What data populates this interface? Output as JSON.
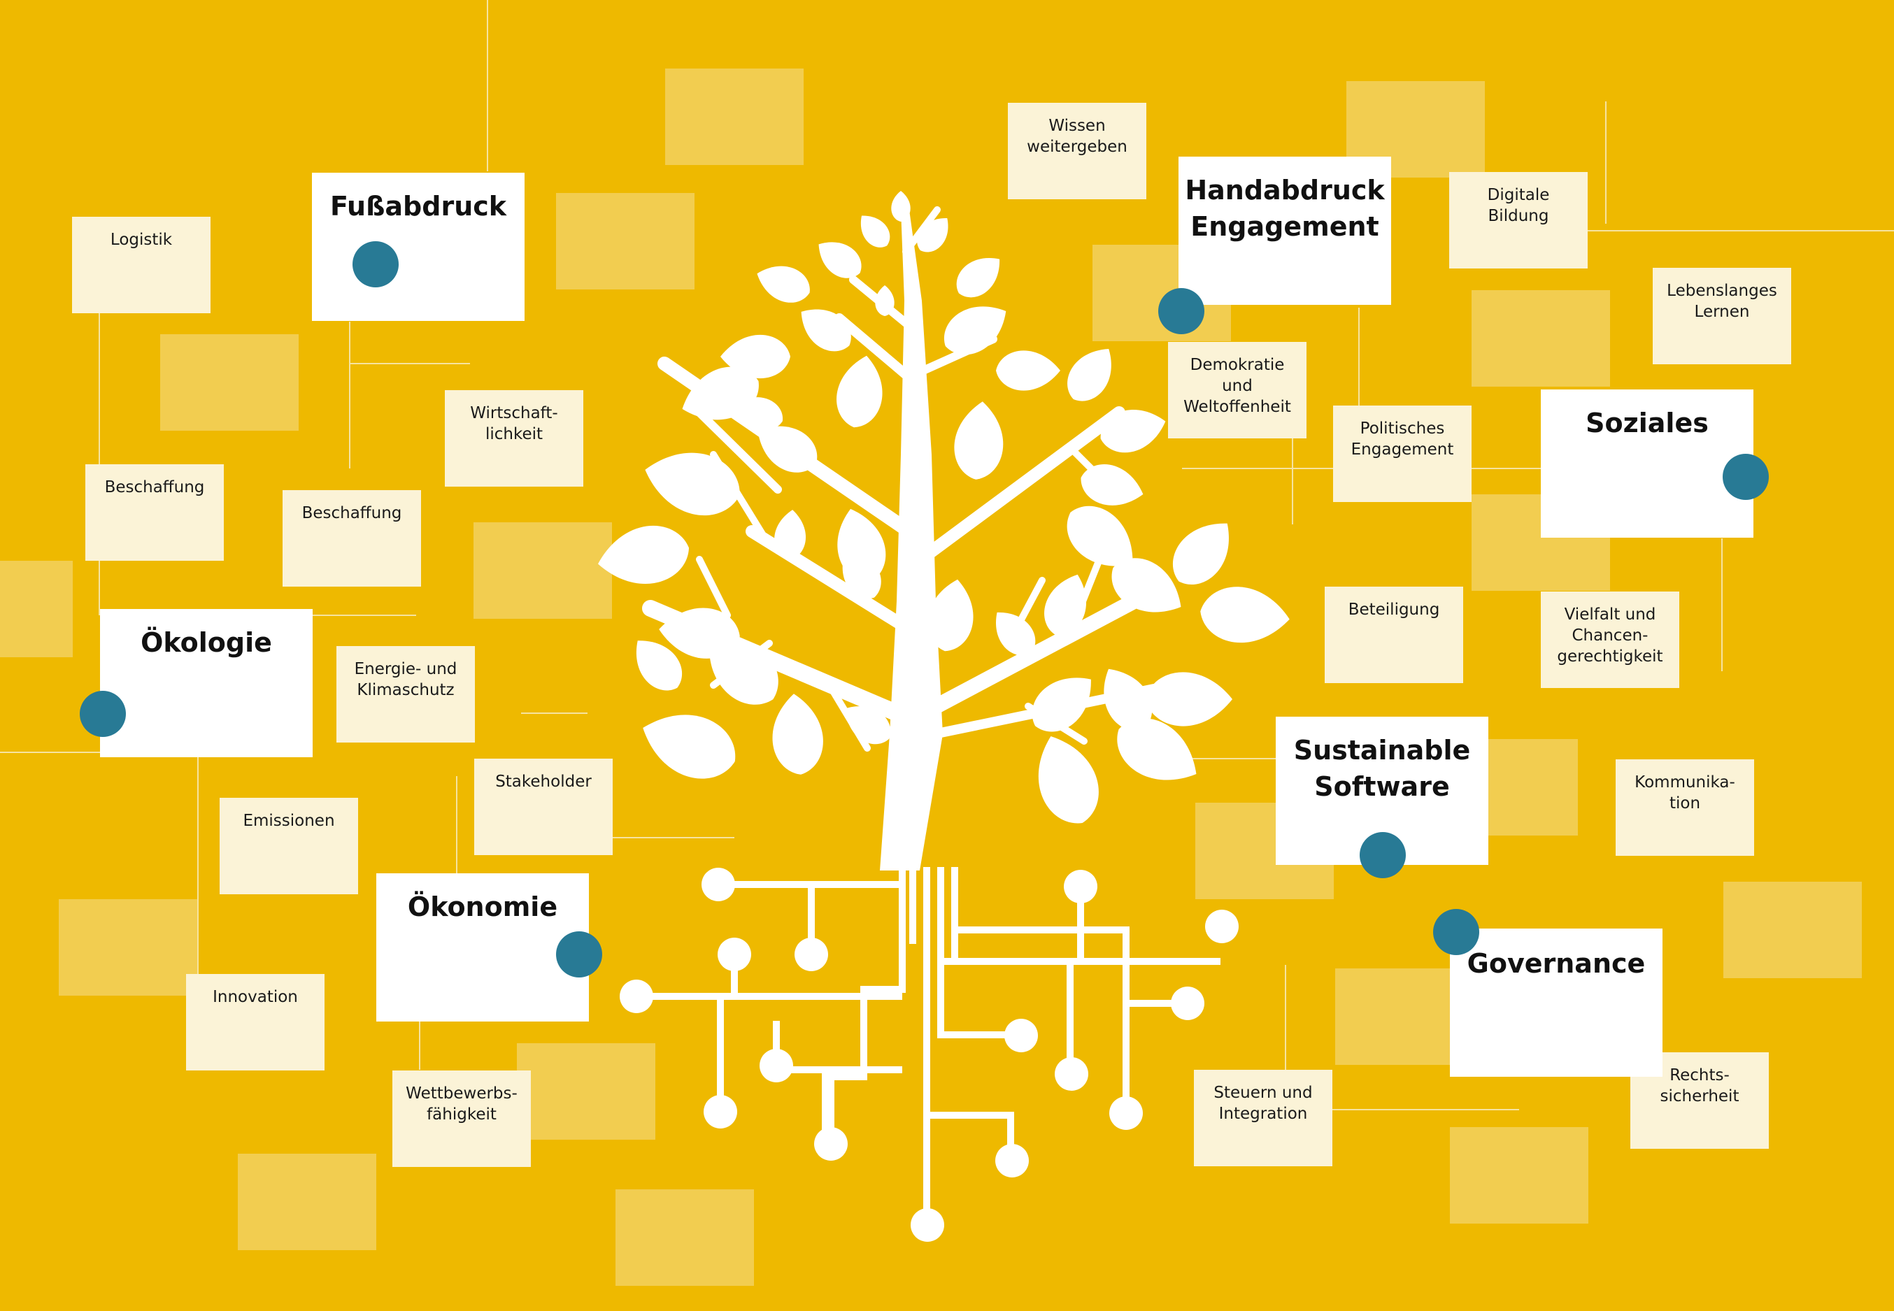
{
  "colors": {
    "background": "#eeb900",
    "node": "#287a95",
    "note": "#fbf3d7",
    "tree": "#ffffff"
  },
  "categories": {
    "fussabdruck": "Fußabdruck",
    "handabdruck": "Handabdruck\nEngagement",
    "oekologie": "Ökologie",
    "soziales": "Soziales",
    "oekonomie": "Ökonomie",
    "sustainable_software": "Sustainable\nSoftware",
    "governance": "Governance"
  },
  "topics": {
    "logistik": "Logistik",
    "beschaffung_left": "Beschaffung",
    "beschaffung_mid": "Beschaffung",
    "wirtschaftlichkeit": "Wirtschaft-\nlichkeit",
    "energie": "Energie- und\nKlimaschutz",
    "emissionen": "Emissionen",
    "stakeholder": "Stakeholder",
    "innovation": "Innovation",
    "wettbewerb": "Wettbewerbs-\nfähigkeit",
    "wissen": "Wissen\nweitergeben",
    "demokratie": "Demokratie\nund\nWeltoffenheit",
    "politisch": "Politisches\nEngagement",
    "digitale_bildung": "Digitale\nBildung",
    "lebenslanges": "Lebenslanges\nLernen",
    "beteiligung": "Beteiligung",
    "vielfalt": "Vielfalt und\nChancen-\ngerechtigkeit",
    "kommunikation": "Kommunika-\ntion",
    "steuern": "Steuern und\nIntegration",
    "rechtssicherheit": "Rechts-\nsicherheit"
  }
}
